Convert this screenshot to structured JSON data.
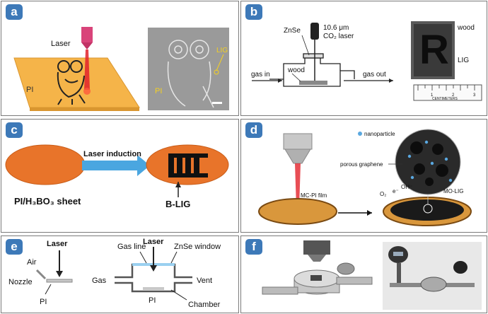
{
  "panels": {
    "a": {
      "tag": "a",
      "laser": "Laser",
      "pi_left": "PI",
      "lig": "LIG",
      "pi_right": "PI"
    },
    "b": {
      "tag": "b",
      "znse": "ZnSe",
      "laser_line1": "10.6 μm",
      "laser_line2": "CO₂ laser",
      "gas_in": "gas in",
      "gas_out": "gas out",
      "wood_in": "wood",
      "wood_photo": "wood",
      "lig": "LIG",
      "ruler_label": "CENTIMETERS",
      "ruler_ticks": [
        "1",
        "2",
        "3"
      ]
    },
    "c": {
      "tag": "c",
      "arrow_label": "Laser induction",
      "sheet_label": "PI/H₃BO₃ sheet",
      "blig": "B-LIG"
    },
    "d": {
      "tag": "d",
      "nanoparticle": "nanoparticle",
      "porous": "porous graphene",
      "mcpi": "MC-PI film",
      "o2": "O₂",
      "e": "e⁻",
      "oh": "OH⁻",
      "molig": "MO-LIG"
    },
    "e": {
      "tag": "e",
      "laser_left": "Laser",
      "air": "Air",
      "nozzle": "Nozzle",
      "pi_left": "PI",
      "gas_line": "Gas line",
      "laser_right": "Laser",
      "znse_window": "ZnSe window",
      "gas": "Gas",
      "vent": "Vent",
      "pi_right": "PI",
      "chamber": "Chamber"
    },
    "f": {
      "tag": "f"
    }
  },
  "colors": {
    "tag": "#3d79b8",
    "orange": "#e8742a",
    "pi_tan": "#f5b449",
    "arrow_blue": "#4aa6e0",
    "laser_red": "#e2222a"
  }
}
